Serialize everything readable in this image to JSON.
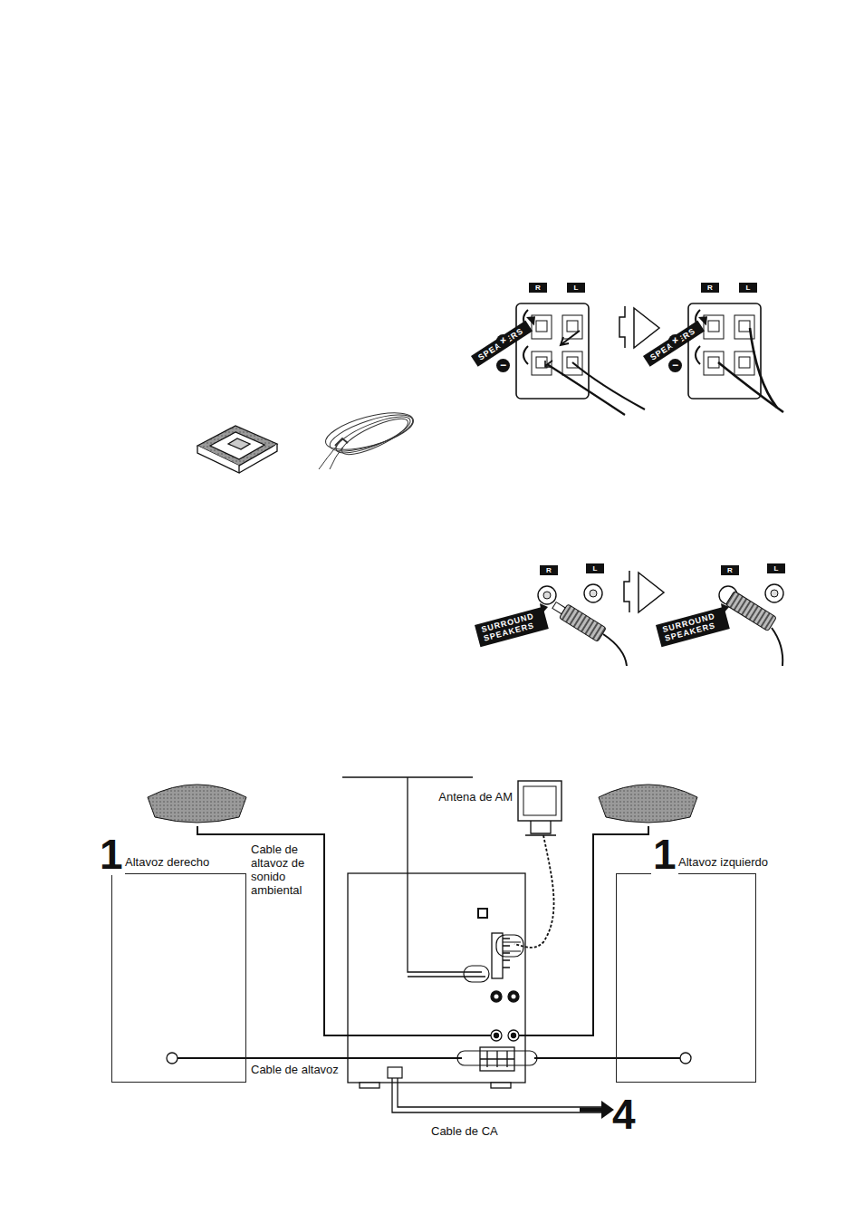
{
  "diagram": {
    "nodes": [
      {
        "text": [
          "1",
          "Altavoz derecho"
        ]
      },
      {
        "text": [
          "1",
          "Altavoz izquierdo"
        ]
      }
    ],
    "labels": [
      "SPEAKERS",
      "R",
      "L",
      "+",
      "−",
      "SPEAKERS",
      "R",
      "L",
      "+",
      "−",
      "SURROUND SPEAKERS",
      "R",
      "L",
      "SURROUND SPEAKERS",
      "R",
      "L",
      "Antena de AM",
      "Cable de altavoz de sonido ambiental",
      "Cable de altavoz",
      "Cable de CA",
      "4"
    ]
  }
}
